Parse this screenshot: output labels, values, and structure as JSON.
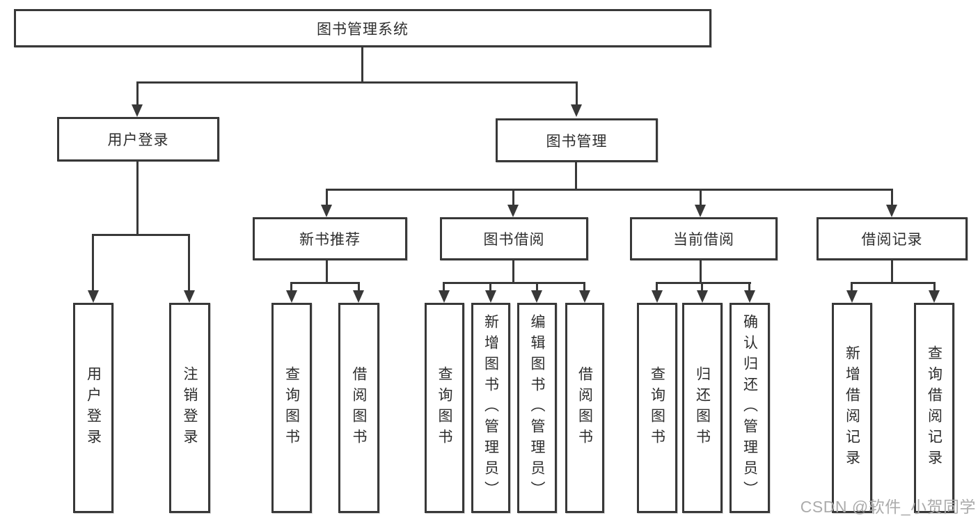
{
  "diagram_title": "图书管理系统",
  "tree": {
    "label": "图书管理系统",
    "children": [
      {
        "label": "用户登录",
        "children": [
          {
            "label": "用户登录"
          },
          {
            "label": "注销登录"
          }
        ]
      },
      {
        "label": "图书管理",
        "children": [
          {
            "label": "新书推荐",
            "children": [
              {
                "label": "查询图书"
              },
              {
                "label": "借阅图书"
              }
            ]
          },
          {
            "label": "图书借阅",
            "children": [
              {
                "label": "查询图书"
              },
              {
                "label": "新增图书（管理员）"
              },
              {
                "label": "编辑图书（管理员）"
              },
              {
                "label": "借阅图书"
              }
            ]
          },
          {
            "label": "当前借阅",
            "children": [
              {
                "label": "查询图书"
              },
              {
                "label": "归还图书"
              },
              {
                "label": "确认归还（管理员）"
              }
            ]
          },
          {
            "label": "借阅记录",
            "children": [
              {
                "label": "新增借阅记录"
              },
              {
                "label": "查询借阅记录"
              }
            ]
          }
        ]
      }
    ]
  },
  "watermark": {
    "text": "CSDN @软件_小贺同学"
  },
  "colors": {
    "line": "#383838",
    "text": "#2d2d2d",
    "box_fill": "#ffffff",
    "watermark": "#ababab"
  }
}
